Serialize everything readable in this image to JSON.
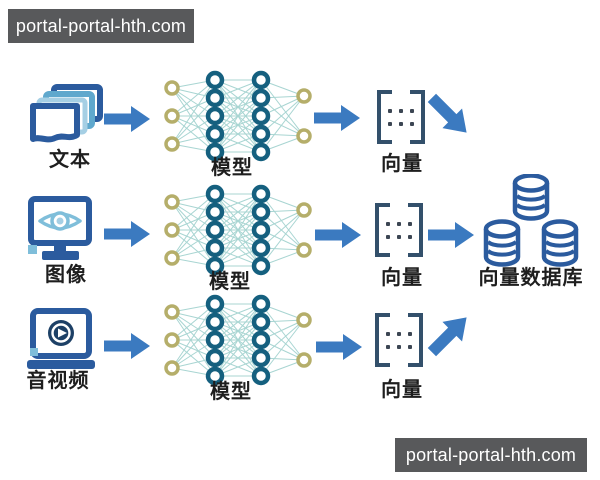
{
  "watermarks": {
    "top_left": "portal-portal-hth.com",
    "bottom_right": "portal-portal-hth.com"
  },
  "rows": [
    {
      "source": "文本",
      "model": "模型",
      "vector": "向量",
      "out_arrow": "down-right"
    },
    {
      "source": "图像",
      "model": "模型",
      "vector": "向量",
      "out_arrow": "right"
    },
    {
      "source": "音视频",
      "model": "模型",
      "vector": "向量",
      "out_arrow": "up-right"
    }
  ],
  "database": {
    "label": "向量数据库"
  },
  "nn_layers": [
    3,
    5,
    5,
    2
  ],
  "icons": {
    "row1_source": "documents-icon",
    "row2_source": "monitor-eye-icon",
    "row3_source": "laptop-play-icon",
    "model": "neural-network-icon",
    "vector": "matrix-brackets-icon",
    "database": "database-cylinders-icon"
  },
  "colors": {
    "arrow": "#3b7ac0",
    "icon_dark": "#2b5b9e",
    "icon_mid": "#5fa8cd",
    "icon_light": "#a5cfe4",
    "icon_accent": "#7fbeda",
    "play_dark": "#1d4066",
    "nn_hidden": "#15607f",
    "nn_io": "#b5ae6a",
    "nn_edge": "#a8d5d2",
    "bracket": "#33506b",
    "dot": "#3c4653",
    "label": "#1e1e1e",
    "watermark_bg": "#58595b",
    "watermark_fg": "#ffffff",
    "canvas_bg": "#ffffff"
  }
}
